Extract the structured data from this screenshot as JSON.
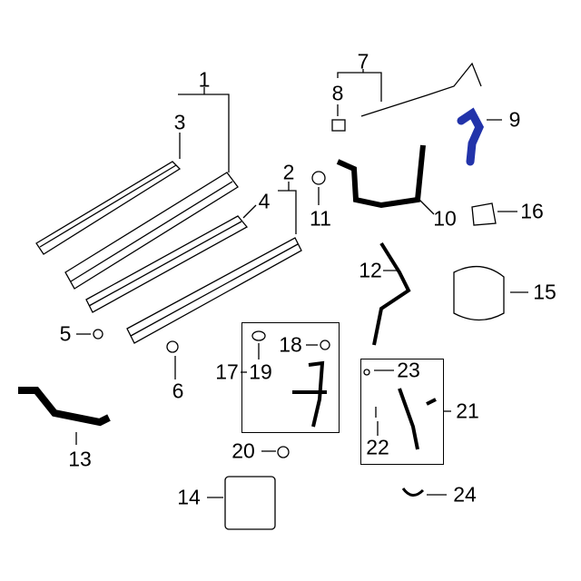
{
  "diagram": {
    "highlight_color": "#2233aa",
    "callouts": [
      {
        "id": "1",
        "label": "1"
      },
      {
        "id": "2",
        "label": "2"
      },
      {
        "id": "3",
        "label": "3"
      },
      {
        "id": "4",
        "label": "4"
      },
      {
        "id": "5",
        "label": "5"
      },
      {
        "id": "6",
        "label": "6"
      },
      {
        "id": "7",
        "label": "7"
      },
      {
        "id": "8",
        "label": "8"
      },
      {
        "id": "9",
        "label": "9"
      },
      {
        "id": "10",
        "label": "10"
      },
      {
        "id": "11",
        "label": "11"
      },
      {
        "id": "12",
        "label": "12"
      },
      {
        "id": "13",
        "label": "13"
      },
      {
        "id": "14",
        "label": "14"
      },
      {
        "id": "15",
        "label": "15"
      },
      {
        "id": "16",
        "label": "16"
      },
      {
        "id": "17",
        "label": "17"
      },
      {
        "id": "18",
        "label": "18"
      },
      {
        "id": "19",
        "label": "19"
      },
      {
        "id": "20",
        "label": "20"
      },
      {
        "id": "21",
        "label": "21"
      },
      {
        "id": "22",
        "label": "22"
      },
      {
        "id": "23",
        "label": "23"
      },
      {
        "id": "24",
        "label": "24"
      }
    ]
  }
}
